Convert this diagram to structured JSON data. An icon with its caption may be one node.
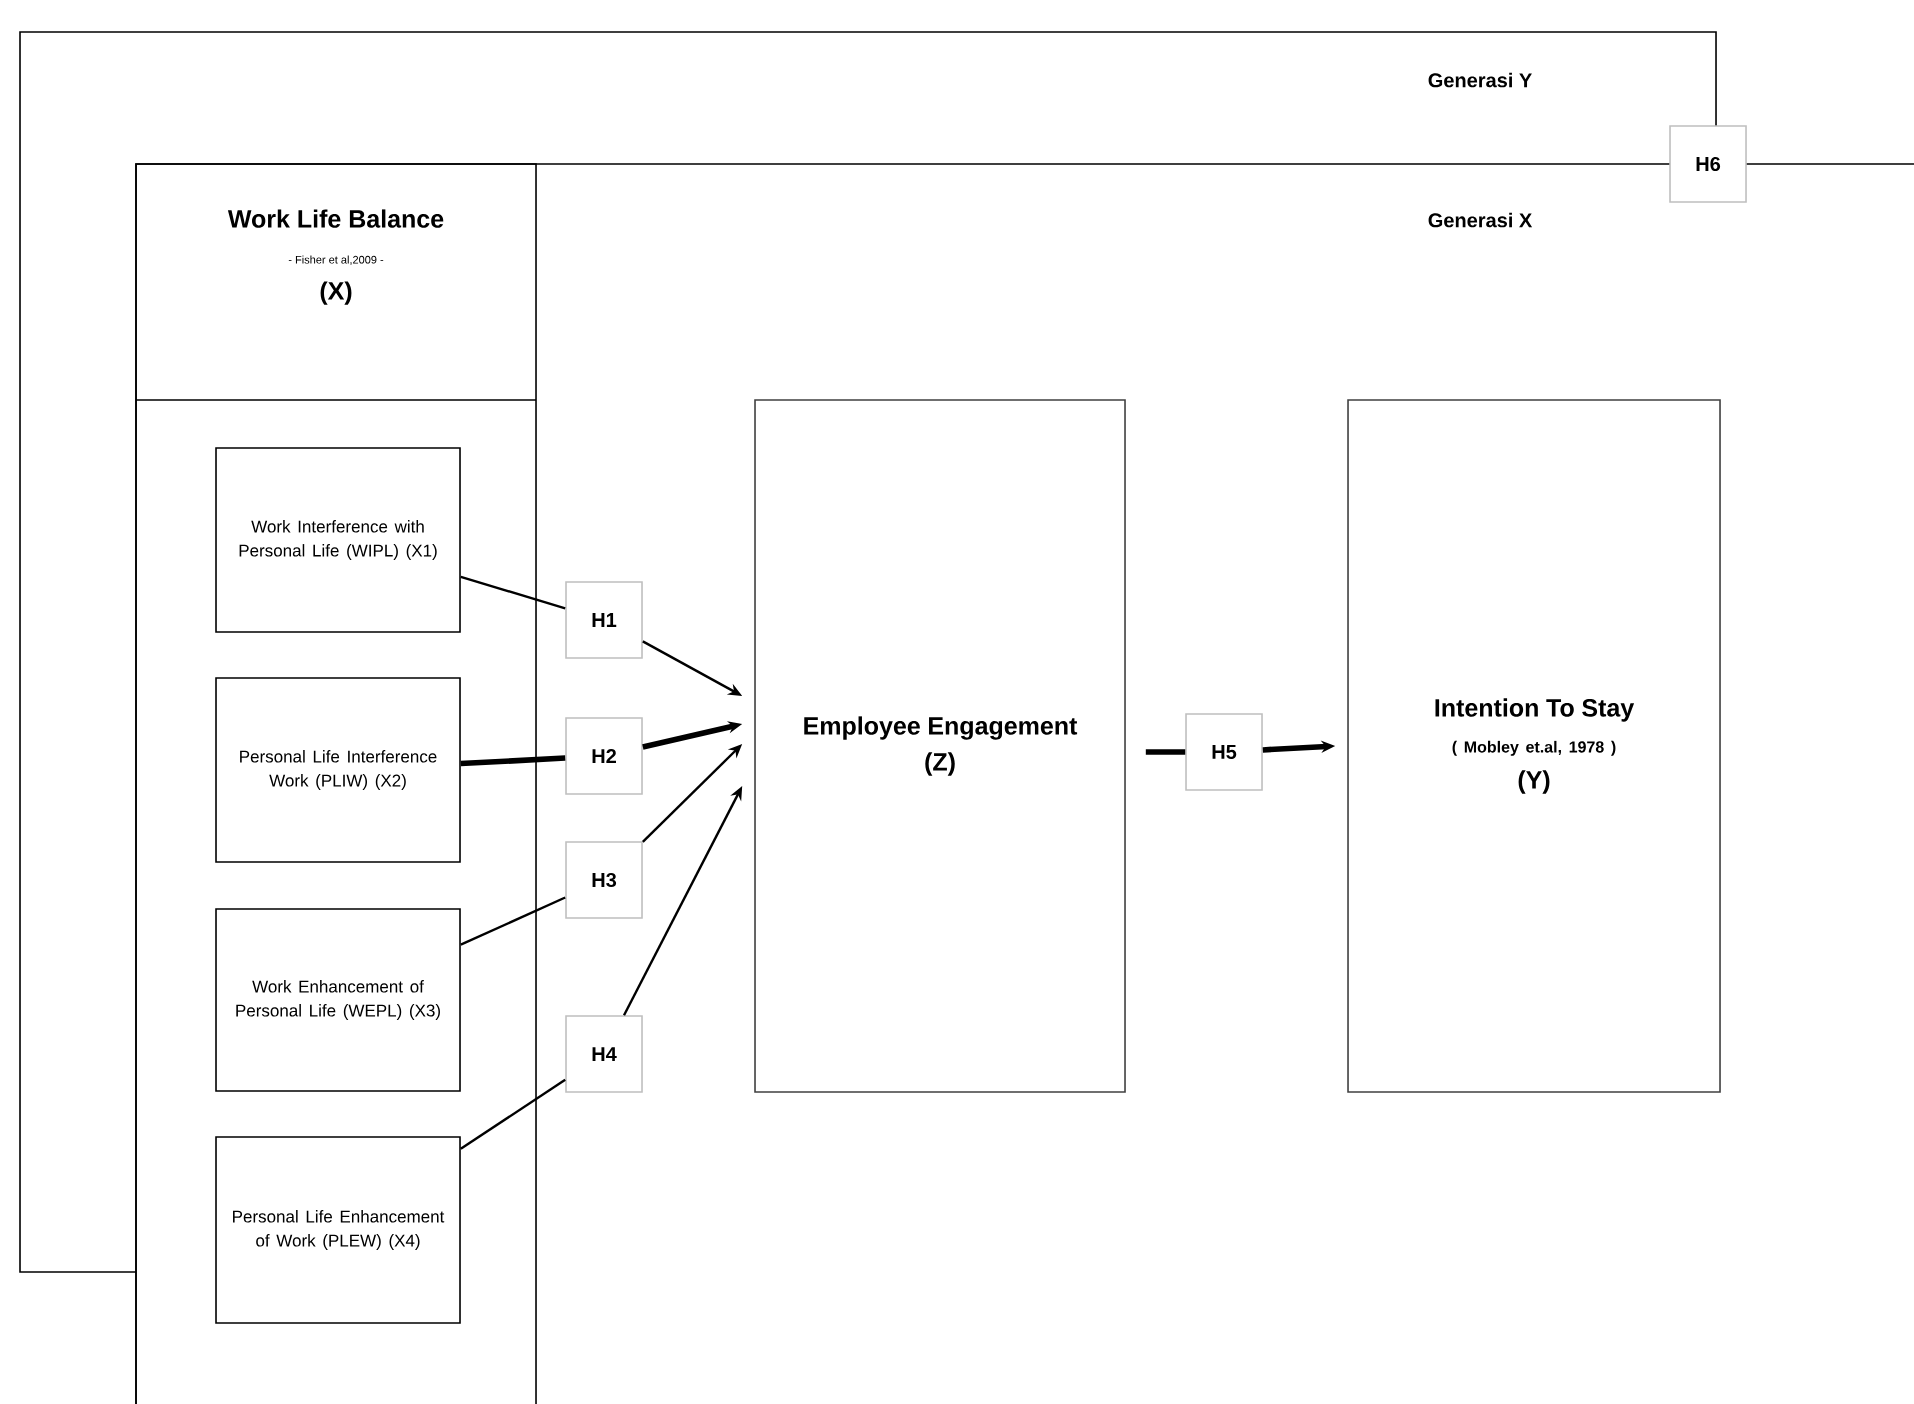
{
  "diagram": {
    "nodes": [
      {
        "text": [
          "Generasi Y"
        ]
      },
      {
        "text": [
          "Generasi X"
        ]
      },
      {
        "text": [
          "Work Life Balance",
          "- Fisher et al,2009 -",
          "(X)"
        ]
      },
      {
        "text": [
          "Work Interference with Personal Life (WIPL) (X1)"
        ],
        "in": 2
      },
      {
        "text": [
          "Personal Life Interference Work (PLIW) (X2)"
        ],
        "in": 2
      },
      {
        "text": [
          "Work Enhancement of Personal Life (WEPL) (X3)"
        ],
        "in": 2
      },
      {
        "text": [
          "Personal Life Enhancement of Work (PLEW) (X4)"
        ],
        "in": 2
      },
      {
        "text": [
          "H1"
        ]
      },
      {
        "text": [
          "H2"
        ]
      },
      {
        "text": [
          "H3"
        ]
      },
      {
        "text": [
          "H4"
        ]
      },
      {
        "text": [
          "H5"
        ]
      },
      {
        "text": [
          "H6"
        ]
      },
      {
        "text": [
          "Employee Engagement",
          "(Z)"
        ]
      },
      {
        "text": [
          "Intention To Stay",
          "( Mobley et.al, 1978 )",
          "(Y)"
        ]
      }
    ],
    "edges": [
      {
        "from": 3,
        "to": 7,
        "arrow": "none"
      },
      {
        "from": 7,
        "to": 13,
        "arrow": "to"
      },
      {
        "from": 4,
        "to": 8,
        "arrow": "none",
        "style": "thick"
      },
      {
        "from": 8,
        "to": 13,
        "arrow": "to",
        "style": "thick"
      },
      {
        "from": 5,
        "to": 9,
        "arrow": "none"
      },
      {
        "from": 9,
        "to": 13,
        "arrow": "to"
      },
      {
        "from": 6,
        "to": 10,
        "arrow": "none"
      },
      {
        "from": 10,
        "to": 13,
        "arrow": "to"
      },
      {
        "from": 13,
        "to": 11,
        "arrow": "none",
        "style": "thick"
      },
      {
        "from": 11,
        "to": 14,
        "arrow": "to",
        "style": "thick"
      }
    ]
  }
}
